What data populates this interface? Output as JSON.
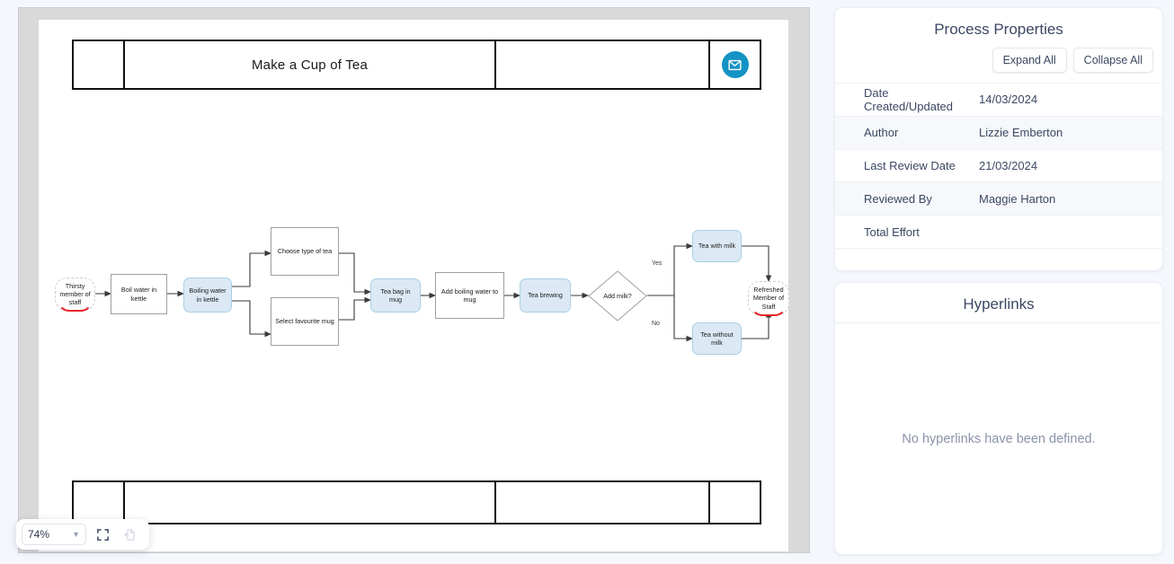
{
  "document": {
    "title": "Make a Cup of Tea",
    "header_icon": "envelope-icon",
    "header_cells": [
      "",
      "Make a Cup of Tea",
      "",
      "envelope-icon"
    ],
    "footer_cells": [
      "",
      "",
      "",
      ""
    ]
  },
  "zoom_toolbar": {
    "level": "74%",
    "chevron": "chevron-down-icon",
    "fit_icon": "fit-to-screen-icon",
    "page_icon": "export-page-icon"
  },
  "flowchart": {
    "nodes": [
      {
        "id": "start",
        "label": "Thirsty member of staff",
        "type": "terminator"
      },
      {
        "id": "boil",
        "label": "Boil water in kettle",
        "type": "process"
      },
      {
        "id": "boiling",
        "label": "Boiling water in kettle",
        "type": "state"
      },
      {
        "id": "choose-tea",
        "label": "Choose type of tea",
        "type": "process"
      },
      {
        "id": "select-mug",
        "label": "Select favourite mug",
        "type": "process"
      },
      {
        "id": "tea-bag",
        "label": "Tea bag in mug",
        "type": "state"
      },
      {
        "id": "add-water",
        "label": "Add boiling water to mug",
        "type": "process"
      },
      {
        "id": "brewing",
        "label": "Tea brewing",
        "type": "state"
      },
      {
        "id": "add-milk",
        "label": "Add milk?",
        "type": "decision"
      },
      {
        "id": "with-milk",
        "label": "Tea with milk",
        "type": "state"
      },
      {
        "id": "without-milk",
        "label": "Tea without milk",
        "type": "state"
      },
      {
        "id": "end",
        "label": "Refreshed Member of Staff",
        "type": "terminator"
      }
    ],
    "edge_labels": {
      "yes": "Yes",
      "no": "No"
    }
  },
  "sidebar": {
    "properties": {
      "title": "Process Properties",
      "expand_label": "Expand All",
      "collapse_label": "Collapse All",
      "rows": [
        {
          "label": "Date Created/Updated",
          "value": "14/03/2024"
        },
        {
          "label": "Author",
          "value": "Lizzie Emberton"
        },
        {
          "label": "Last Review Date",
          "value": "21/03/2024"
        },
        {
          "label": "Reviewed By",
          "value": "Maggie Harton"
        },
        {
          "label": "Total Effort",
          "value": ""
        }
      ]
    },
    "hyperlinks": {
      "title": "Hyperlinks",
      "empty_message": "No hyperlinks have been defined."
    }
  },
  "colors": {
    "accent_blue": "#1593c4",
    "state_fill": "#dce9f4",
    "state_border": "#a8cfe4",
    "terminator_red": "#e8232a",
    "page_bg": "#f4f7fb",
    "canvas_bg": "#d9d9d9",
    "text_dark": "#3c4763"
  }
}
